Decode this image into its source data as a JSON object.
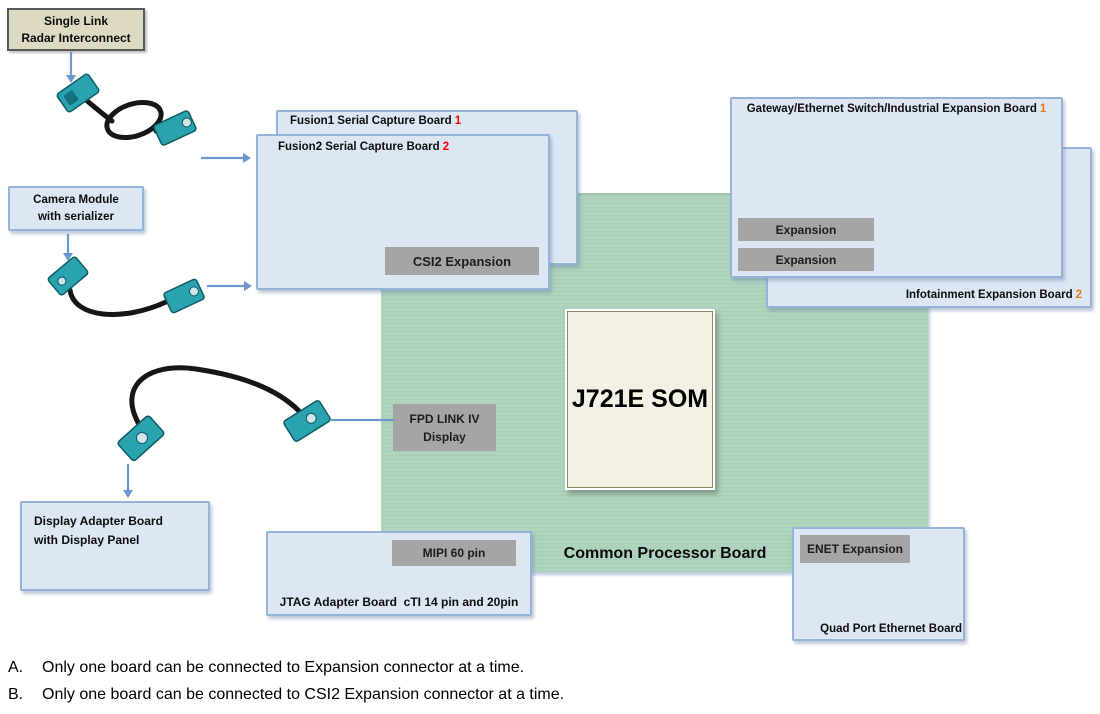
{
  "colors": {
    "board_fill": "#dce7f3",
    "board_border": "#95b3d7",
    "green_board": "#aed3bd",
    "gray_connector": "#a5a5a5",
    "tan_fill": "#ddd9c3",
    "som_fill": "#f3f0e4",
    "arrow_blue": "#6b97cc",
    "number_red": "#ff0000",
    "number_orange": "#e8761d",
    "connector_teal": "#2aa2b0"
  },
  "diagram": {
    "radar_box": {
      "line1": "Single Link",
      "line2": "Radar Interconnect"
    },
    "camera_box": {
      "line1": "Camera Module",
      "line2": "with serializer"
    },
    "fusion1_board": {
      "title": "Fusion1 Serial Capture Board",
      "number": "1"
    },
    "fusion2_board": {
      "title": "Fusion2 Serial Capture Board",
      "number": "2"
    },
    "csi2_connector": "CSI2 Expansion",
    "gateway_board": {
      "title": "Gateway/Ethernet Switch/Industrial Expansion Board",
      "number": "1"
    },
    "infotainment_board": {
      "title": "Infotainment Expansion Board",
      "number": "2"
    },
    "expansion_connectors": [
      "Expansion",
      "Expansion"
    ],
    "common_processor_board": "Common Processor Board",
    "som": "J721E SOM",
    "fpd_connector": {
      "line1": "FPD LINK IV",
      "line2": "Display"
    },
    "display_adapter_board": {
      "line1": "Display Adapter Board",
      "line2": "with Display Panel"
    },
    "jtag_board": "JTAG Adapter Board  cTI 14 pin and 20pin",
    "mipi_connector": "MIPI 60 pin",
    "enet_connector": "ENET Expansion",
    "quad_port_board": "Quad Port Ethernet Board"
  },
  "notes": [
    {
      "letter": "A.",
      "text": "Only one board can be connected to Expansion connector at a time."
    },
    {
      "letter": "B.",
      "text": "Only one board can be connected to CSI2 Expansion connector at a time."
    }
  ]
}
